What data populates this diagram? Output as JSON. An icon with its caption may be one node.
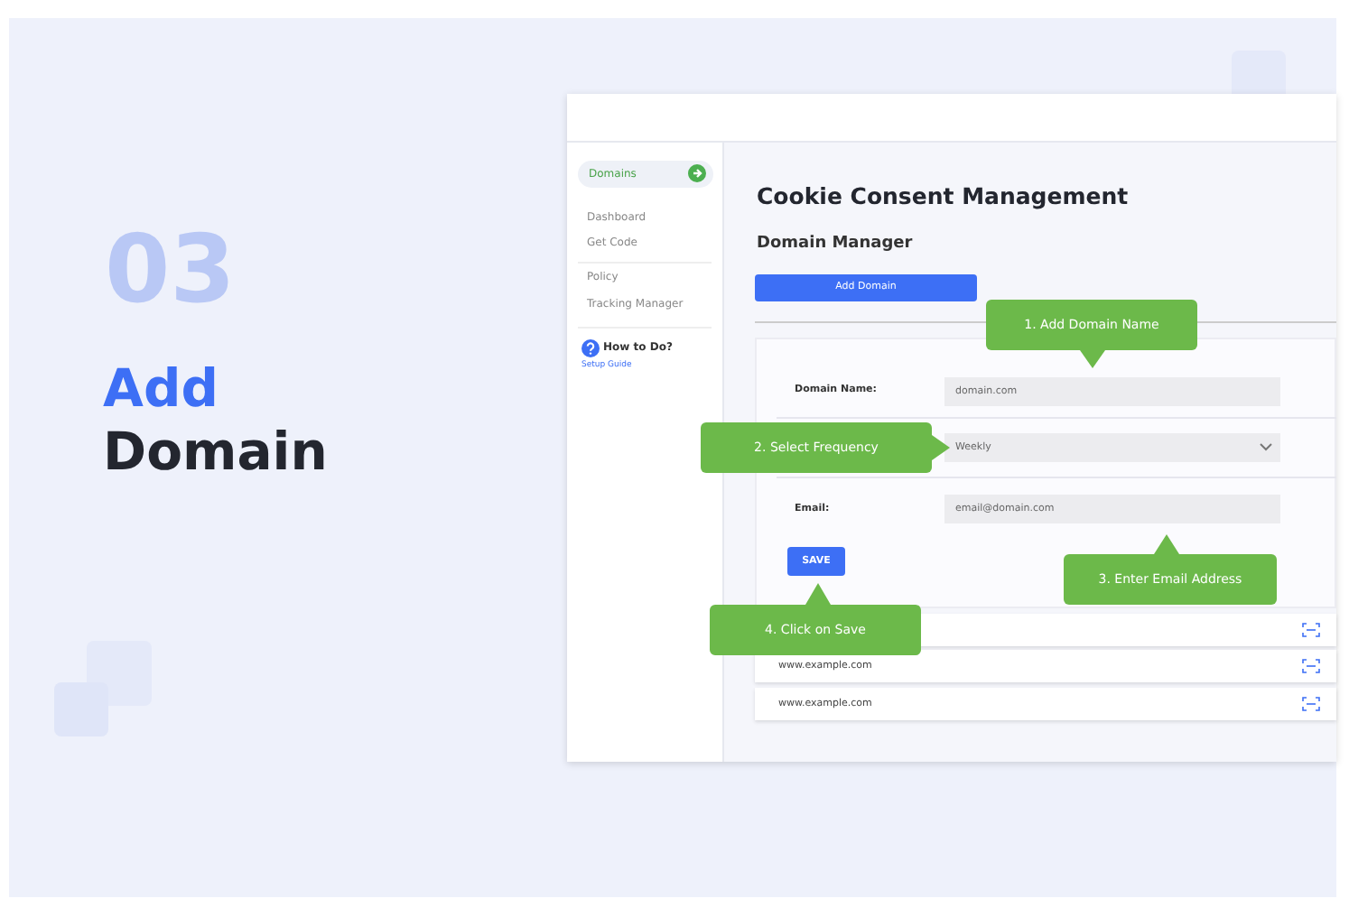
{
  "diagram": {
    "title": "Add Domain",
    "labels": [
      "03",
      "Domains",
      "Dashboard",
      "Get Code",
      "Policy",
      "Tracking Manager",
      "How to Do?",
      "Setup Guide",
      "Cookie Consent Management",
      "Domain Manager",
      "Add Domain",
      "1. Add Domain Name",
      "Domain Name:",
      "domain.com",
      "2. Select Frequency",
      "Weekly",
      "Email:",
      "email@domain.com",
      "SAVE",
      "3. Enter Email Address",
      "4. Click on Save",
      "www.example.com",
      "www.example.com"
    ]
  }
}
